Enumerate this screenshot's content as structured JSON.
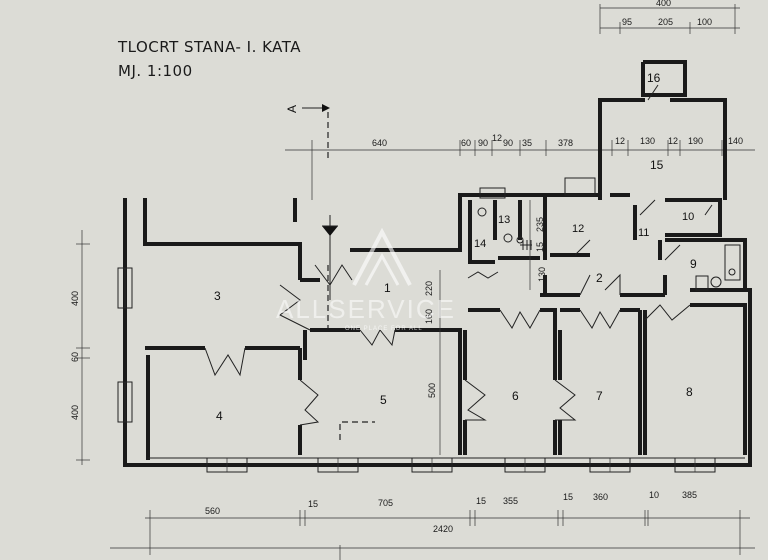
{
  "title": {
    "line1": "TLOCRT STANA- I. KATA",
    "line2": "MJ. 1:100"
  },
  "section_marker": "A",
  "rooms": [
    "1",
    "2",
    "3",
    "4",
    "5",
    "6",
    "7",
    "8",
    "9",
    "10",
    "11",
    "12",
    "13",
    "14",
    "15",
    "16"
  ],
  "dims_top": {
    "d640": "640",
    "d60": "60",
    "d90a": "90",
    "d12a": "12",
    "d90b": "90",
    "d35": "35",
    "d378": "378",
    "d12b": "12",
    "d130": "130",
    "d12c": "12",
    "d190": "190",
    "d140": "140"
  },
  "dims_corner": {
    "d400": "400",
    "d95": "95",
    "d205": "205",
    "d100": "100"
  },
  "dims_inner": {
    "d220": "220",
    "d160": "160",
    "d500": "500",
    "d235": "235",
    "d15": "15",
    "d130": "130"
  },
  "dims_left": {
    "d400a": "400",
    "d60": "60",
    "d400b": "400"
  },
  "dims_bottom": {
    "d560": "560",
    "d15a": "15",
    "d705": "705",
    "d15b": "15",
    "d355": "355",
    "d15c": "15",
    "d360": "360",
    "d10": "10",
    "d385": "385",
    "d2420": "2420"
  },
  "watermark": {
    "brand": "ALLSERVICE",
    "tagline": "ONE PLACE FOR ALL"
  }
}
